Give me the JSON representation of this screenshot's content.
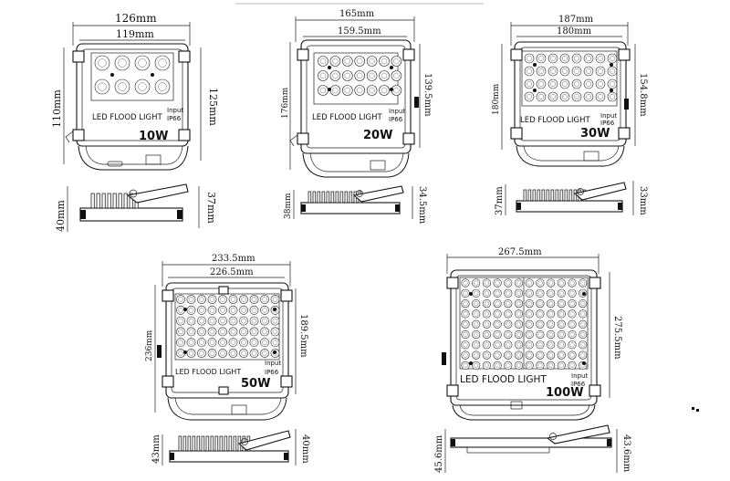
{
  "panels": {
    "p10w": {
      "top_dim": "126mm",
      "inner_dim": "119mm",
      "left_dim": "110mm",
      "right_dim": "125mm",
      "label": "LED  FLOOD  LIGHT",
      "input": "Input",
      "ip": "IP66",
      "watt": "10W",
      "side_left": "40mm",
      "side_right": "37mm"
    },
    "p20w": {
      "top_dim": "165mm",
      "inner_dim": "159.5mm",
      "left_dim": "176mm",
      "right_dim": "139.5mm",
      "label": "LED  FLOOD  LIGHT",
      "input": "Input",
      "ip": "IP66",
      "watt": "20W",
      "side_left": "38mm",
      "side_right": "34.5mm"
    },
    "p30w": {
      "top_dim": "187mm",
      "inner_dim": "180mm",
      "left_dim": "180mm",
      "right_dim": "154.8mm",
      "label": "LED  FLOOD  LIGHT",
      "input": "Input",
      "ip": "IP66",
      "watt": "30W",
      "side_left": "37mm",
      "side_right": "33mm"
    },
    "p50w": {
      "top_dim": "233.5mm",
      "inner_dim": "226.5mm",
      "left_dim": "236mm",
      "right_dim": "189.5mm",
      "label": "LED  FLOOD  LIGHT",
      "input": "Input",
      "ip": "IP66",
      "watt": "50W",
      "side_left": "43mm",
      "side_right": "40mm"
    },
    "p100w": {
      "top_dim": "267.5mm",
      "right_dim": "275.5mm",
      "label": "LED  FLOOD  LIGHT",
      "input": "Input",
      "ip": "IP66",
      "watt": "100W",
      "side_left": "45.6mm",
      "side_right": "43.6mm"
    }
  }
}
